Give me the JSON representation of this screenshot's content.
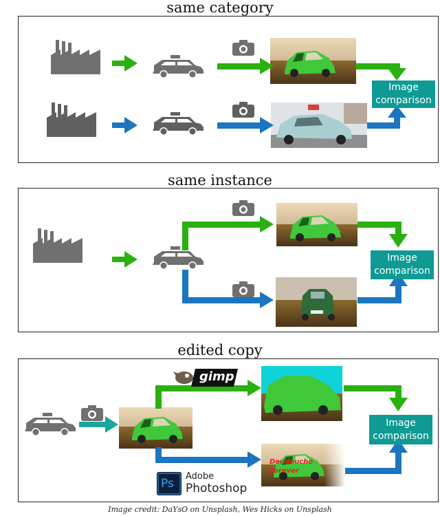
{
  "titles": {
    "same_category": "same category",
    "same_instance": "same instance",
    "edited_copy": "edited copy"
  },
  "compare_label": {
    "line1": "Image",
    "line2": "comparison"
  },
  "logos": {
    "gimp": "gimp",
    "ps_mark": "Ps",
    "adobe": "Adobe",
    "photoshop": "Photoshop",
    "edited_text": "Deudeuche Forever"
  },
  "credit": "Image credit: DaYsO on Unsplash, Wes Hicks on Unsplash",
  "colors": {
    "green_arrow": "#2ab00f",
    "blue_arrow": "#1b75c0",
    "teal_arrow": "#1aa59d",
    "teal_box": "#0f9a95",
    "icon_gray": "#707070"
  }
}
